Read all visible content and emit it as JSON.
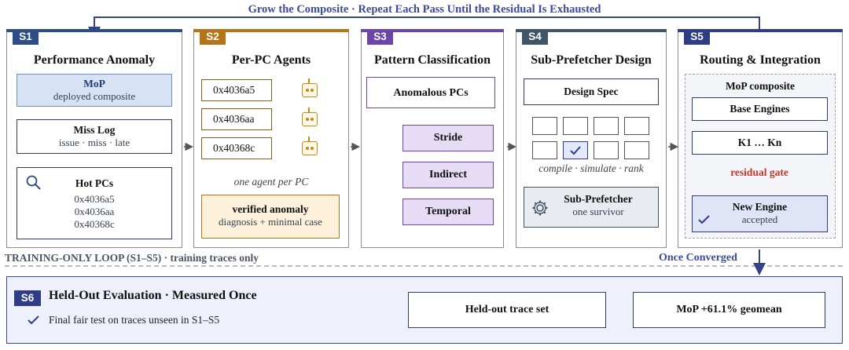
{
  "banner": "Grow the Composite · Repeat Each Pass Until the Residual Is Exhausted",
  "colors": {
    "s1": "#2e4c86",
    "s2": "#b5731a",
    "s3": "#6b45a8",
    "s4": "#3f5466",
    "s5": "#2e3d86",
    "arrow": "#334488"
  },
  "s1": {
    "tag": "S1",
    "title": "Performance Anomaly",
    "mop_title": "MoP",
    "mop_sub": "deployed composite",
    "miss_title": "Miss Log",
    "miss_sub": "issue · miss · late",
    "hot_title": "Hot PCs",
    "hot_pcs": [
      "0x4036a5",
      "0x4036aa",
      "0x40368c"
    ]
  },
  "s2": {
    "tag": "S2",
    "title": "Per-PC Agents",
    "pcs": [
      "0x4036a5",
      "0x4036aa",
      "0x40368c"
    ],
    "note": "one agent per PC",
    "verified_title": "verified anomaly",
    "verified_sub": "diagnosis + minimal case"
  },
  "s3": {
    "tag": "S3",
    "title": "Pattern Classification",
    "root": "Anomalous PCs",
    "classes": [
      "Stride",
      "Indirect",
      "Temporal"
    ]
  },
  "s4": {
    "tag": "S4",
    "title": "Sub-Prefetcher Design",
    "spec": "Design Spec",
    "pipeline": "compile · simulate · rank",
    "survivor_title": "Sub-Prefetcher",
    "survivor_sub": "one survivor"
  },
  "s5": {
    "tag": "S5",
    "title": "Routing & Integration",
    "composite_label": "MoP composite",
    "base": "Base Engines",
    "k": "K1 … Kn",
    "gate": "residual gate",
    "new_title": "New Engine",
    "new_sub": "accepted"
  },
  "loop": {
    "label": "TRAINING-ONLY LOOP (S1–S5)",
    "sub": "· training traces only",
    "converged": "Once Converged"
  },
  "s6": {
    "tag": "S6",
    "title": "Held-Out Evaluation · Measured Once",
    "desc": "Final fair test on traces unseen in S1–S5",
    "input": "Held-out trace set",
    "result": "MoP +61.1% geomean"
  }
}
